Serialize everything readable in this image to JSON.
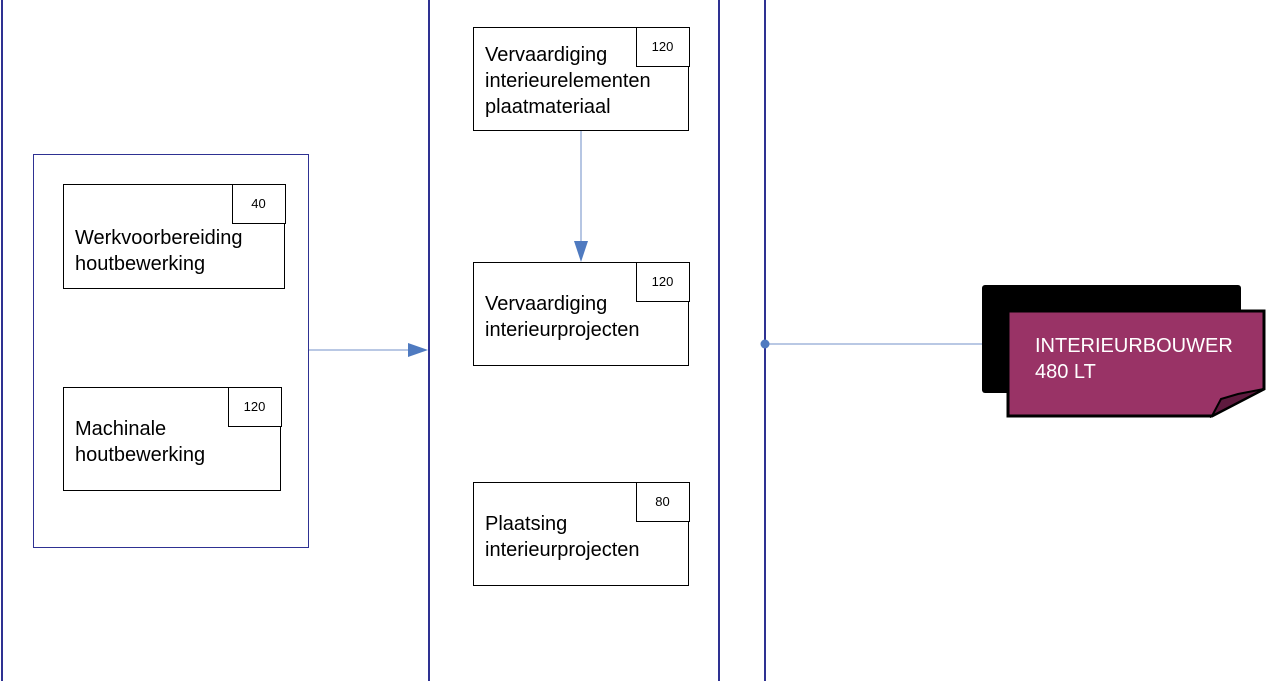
{
  "modules_group_a": [
    {
      "label": "Werkvoorbereiding\nhoutbewerking",
      "hours": "40"
    },
    {
      "label": "Machinale\nhoutbewerking",
      "hours": "120"
    }
  ],
  "modules_group_b": [
    {
      "label": "Vervaardiging\ninterieurelementen\nplaatmateriaal",
      "hours": "120"
    },
    {
      "label": "Vervaardiging\ninterieurprojecten",
      "hours": "120"
    },
    {
      "label": "Plaatsing\ninterieurprojecten",
      "hours": "80"
    }
  ],
  "outcome": {
    "title": "INTERIEURBOUWER",
    "subtitle": "480 LT"
  },
  "colors": {
    "frame_line": "#2e3192",
    "arrow": "#4f7ac0",
    "connector_line": "#8fa8d4",
    "outcome_fill": "#993366",
    "outcome_fold": "#5e1a3e"
  }
}
